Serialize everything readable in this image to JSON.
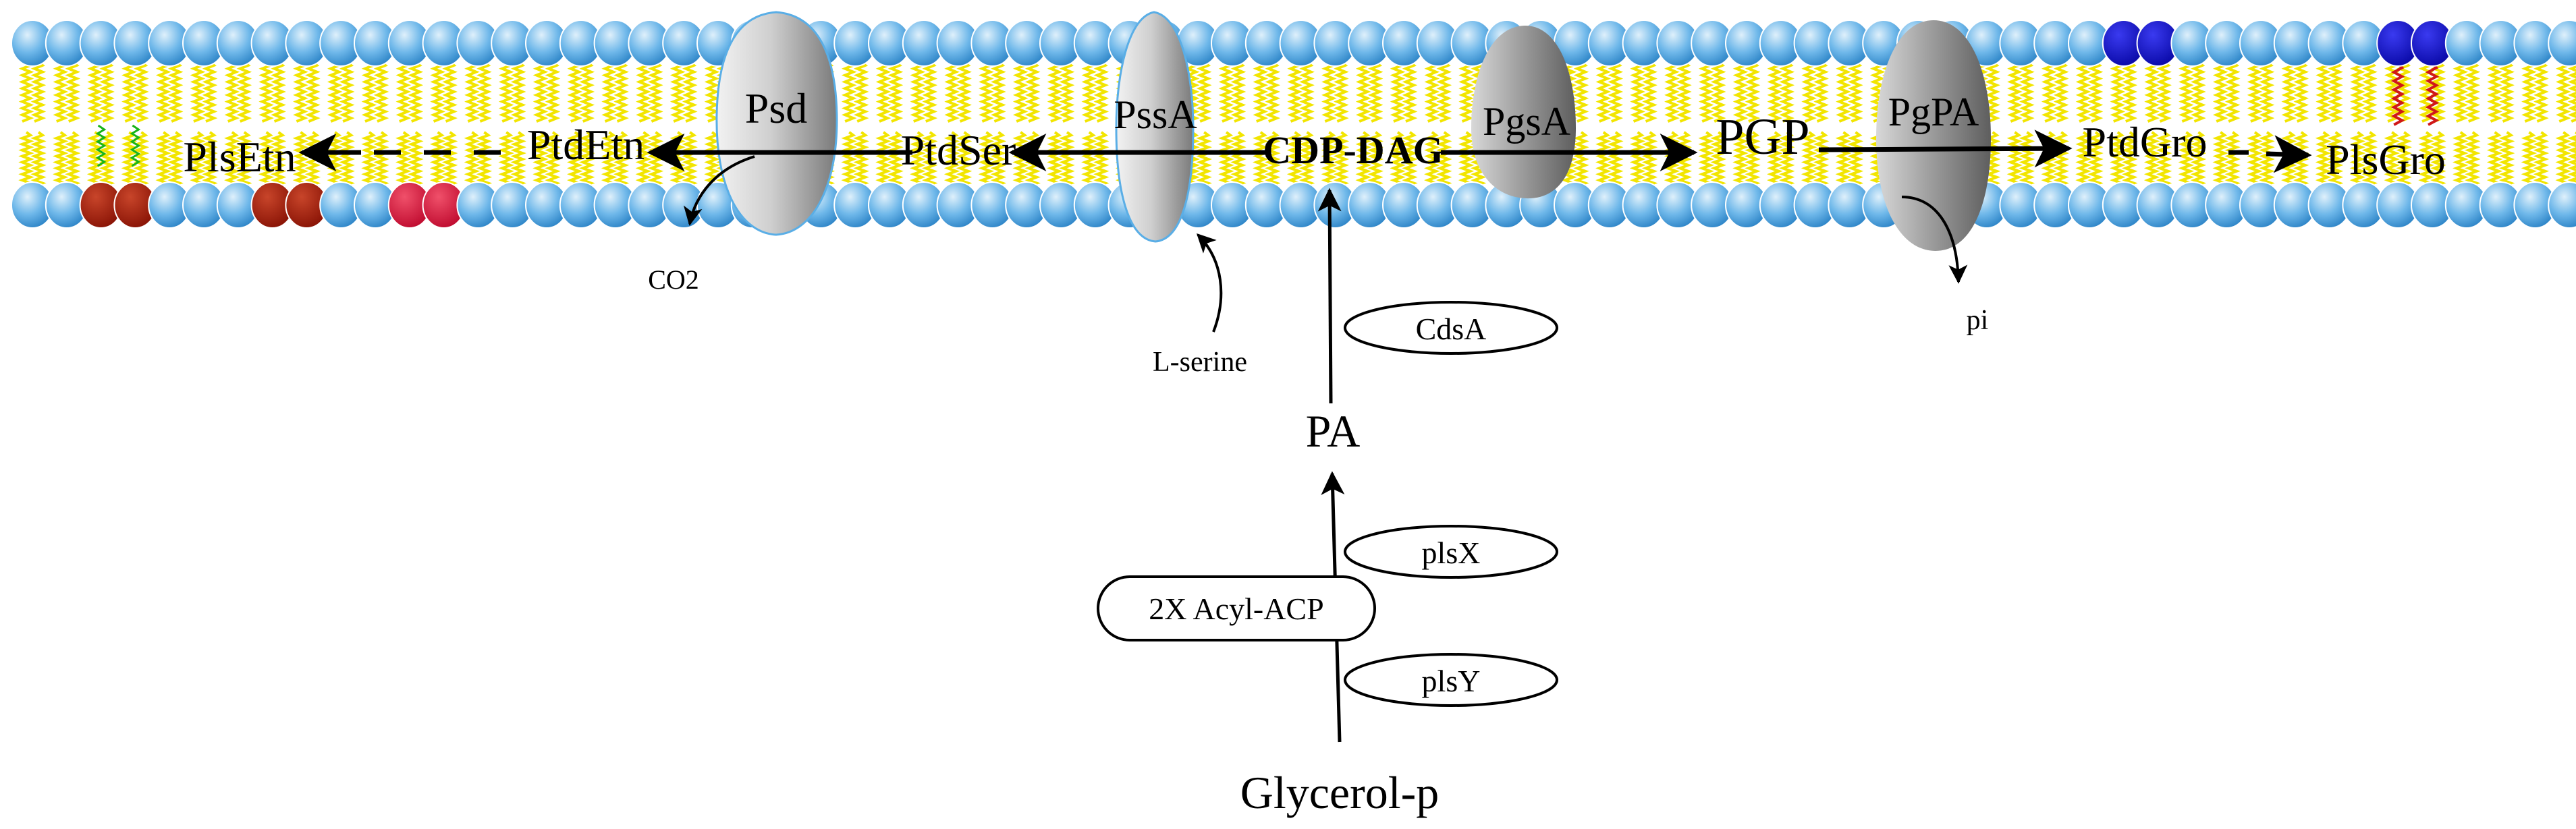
{
  "membrane": {
    "head_color": "#5aaee6",
    "tail_color": "#f2e500",
    "pe_head_color": "#a01a0a",
    "ps_head_color": "#d81840",
    "pg_head_color": "#1010d0",
    "plasmalogen_chain_color": "#d01818"
  },
  "enzymes": {
    "psd": "Psd",
    "pssa": "PssA",
    "pgsa": "PgsA",
    "pgpa": "PgPA",
    "cdsa": "CdsA",
    "plsx": "plsX",
    "plsy": "plsY"
  },
  "metabolites": {
    "plsetn": "PlsEtn",
    "ptdetn": "PtdEtn",
    "ptdser": "PtdSer",
    "cdp_dag": "CDP-DAG",
    "pgp": "PGP",
    "ptdgro": "PtdGro",
    "plsgro": "PlsGro",
    "pa": "PA",
    "glycerol_p": "Glycerol-p",
    "acyl_acp": "2X Acyl-ACP",
    "l_serine": "L-serine",
    "co2": "CO2",
    "pi": "pi"
  }
}
